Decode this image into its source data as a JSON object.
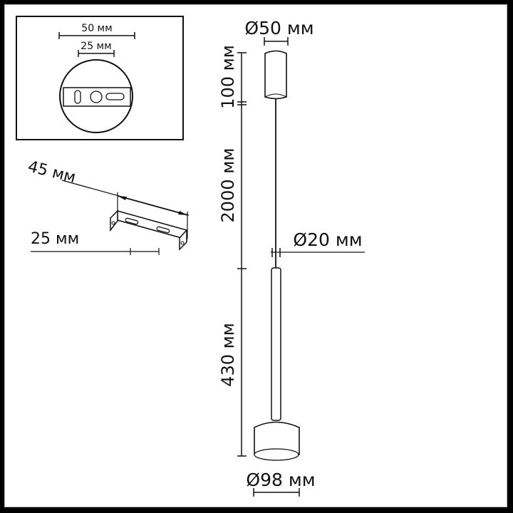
{
  "drawing": {
    "subject": "Pendant lamp dimensional drawing",
    "canopy_detail": {
      "outer_width_label": "50 мм",
      "inner_width_label": "25 мм"
    },
    "bracket_detail": {
      "length_label": "45 мм",
      "width_label": "25 мм"
    },
    "lamp": {
      "canopy_diameter_label": "Ø50 мм",
      "canopy_height_label": "100 мм",
      "cable_length_label": "2000 мм",
      "rod_diameter_label": "Ø20 мм",
      "rod_length_label": "430 мм",
      "shade_diameter_label": "Ø98 мм"
    }
  },
  "colors": {
    "frame": "#000000",
    "inner_border": "#b9b9b9",
    "background": "#ffffff",
    "line": "#111111"
  }
}
